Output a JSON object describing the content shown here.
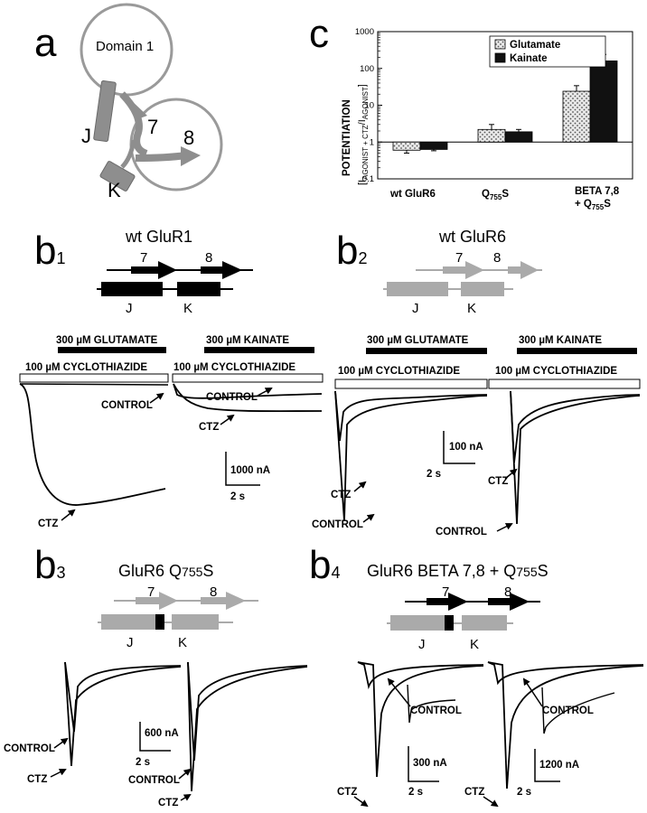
{
  "panel_a": {
    "label": "a",
    "domain_label": "Domain 1",
    "helix_j": "J",
    "helix_k": "K",
    "strand_7": "7",
    "strand_8": "8"
  },
  "panel_c": {
    "label": "c",
    "ylabel_main": "POTENTIATION",
    "ylabel_formula": "[I",
    "ylabel_sub1": "AGONIST + CTZ",
    "ylabel_slash": "/I",
    "ylabel_sub2": "AGONIST",
    "ylabel_close": "]",
    "legend_glutamate": "Glutamate",
    "legend_kainate": "Kainate",
    "group1": "wt GluR6",
    "group2_main": "Q",
    "group2_sub": "755",
    "group2_tail": "S",
    "group3_line1": "BETA 7,8",
    "group3_line2_main": "+ Q",
    "group3_line2_sub": "755",
    "group3_line2_tail": "S"
  },
  "chart_data": {
    "type": "bar",
    "categories": [
      "wt GluR6",
      "Q755S",
      "BETA 7,8 + Q755S"
    ],
    "series": [
      {
        "name": "Glutamate",
        "values": [
          0.6,
          2.2,
          24
        ],
        "errors": [
          0.1,
          0.8,
          10
        ]
      },
      {
        "name": "Kainate",
        "values": [
          0.63,
          1.9,
          160
        ],
        "errors": [
          0.05,
          0.3,
          80
        ]
      }
    ],
    "ylabel": "POTENTIATION [I AGONIST + CTZ / I AGONIST]",
    "yscale": "log",
    "ylim": [
      0.1,
      1000
    ],
    "yticks": [
      "0.1",
      "1",
      "10",
      "100",
      "1000"
    ],
    "legend_position": "top-right",
    "colors": {
      "Glutamate": "#d8d8d8",
      "Kainate": "#111111"
    }
  },
  "panel_b1": {
    "label": "b",
    "sub": "1",
    "title": "wt GluR1",
    "strand_7": "7",
    "strand_8": "8",
    "helix_j": "J",
    "helix_k": "K",
    "glu_bar": "300 µM GLUTAMATE",
    "kai_bar": "300 µM KAINATE",
    "ctz_bar_left": "100 µM CYCLOTHIAZIDE",
    "ctz_bar_right": "100 µM CYCLOTHIAZIDE",
    "control_left": "CONTROL",
    "ctz_left": "CTZ",
    "control_right": "CONTROL",
    "ctz_right": "CTZ",
    "scale_current": "1000 nA",
    "scale_time": "2 s"
  },
  "panel_b2": {
    "label": "b",
    "sub": "2",
    "title": "wt GluR6",
    "strand_7": "7",
    "strand_8": "8",
    "helix_j": "J",
    "helix_k": "K",
    "glu_bar": "300 µM GLUTAMATE",
    "kai_bar": "300 µM KAINATE",
    "ctz_bar_left": "100 µM CYCLOTHIAZIDE",
    "ctz_bar_right": "100 µM CYCLOTHIAZIDE",
    "ctz_left": "CTZ",
    "control_left": "CONTROL",
    "ctz_right": "CTZ",
    "control_right": "CONTROL",
    "scale_current": "100 nA",
    "scale_time": "2 s"
  },
  "panel_b3": {
    "label": "b",
    "sub": "3",
    "title_main": "GluR6 Q",
    "title_sub": "755",
    "title_tail": "S",
    "strand_7": "7",
    "strand_8": "8",
    "helix_j": "J",
    "helix_k": "K",
    "control_left": "CONTROL",
    "ctz_left": "CTZ",
    "control_right": "CONTROL",
    "ctz_right": "CTZ",
    "scale_current": "600 nA",
    "scale_time": "2 s"
  },
  "panel_b4": {
    "label": "b",
    "sub": "4",
    "title_main": "GluR6 BETA 7,8 + Q",
    "title_sub": "755",
    "title_tail": "S",
    "strand_7": "7",
    "strand_8": "8",
    "helix_j": "J",
    "helix_k": "K",
    "control_left": "CONTROL",
    "ctz_left": "CTZ",
    "control_right": "CONTROL",
    "ctz_right": "CTZ",
    "scale_current_left": "300 nA",
    "scale_time_left": "2 s",
    "scale_current_right": "1200 nA",
    "scale_time_right": "2 s"
  }
}
